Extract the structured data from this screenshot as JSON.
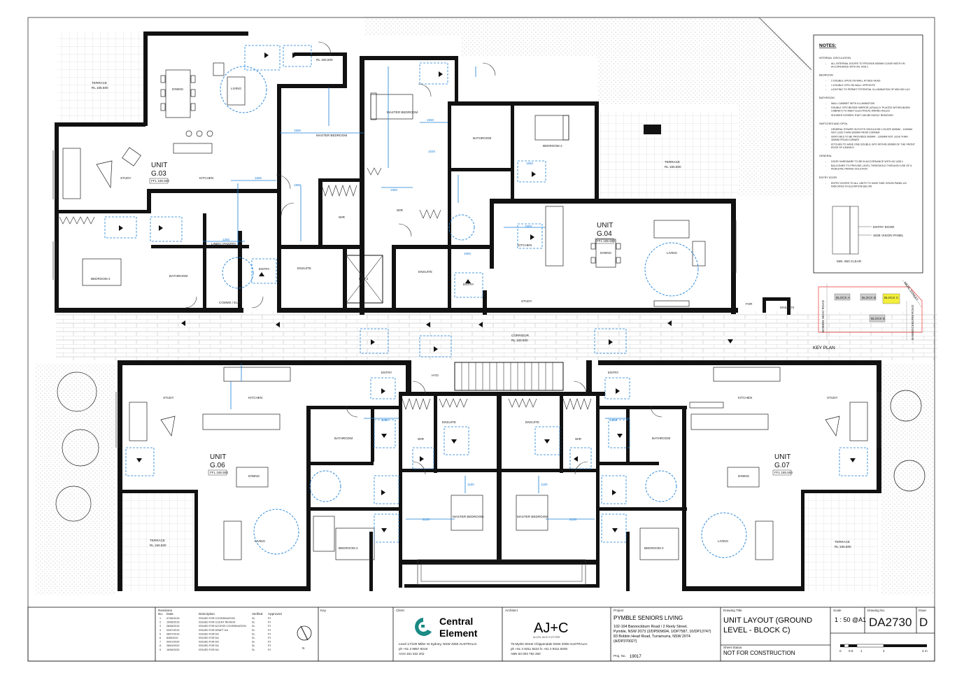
{
  "notes": {
    "title": "NOTES:",
    "sections": [
      {
        "heading": "INTERNAL CIRCULATION",
        "items": [
          "ALL INTERNAL DOORS TO PROVIDE 800MM CLEAR WIDTH IN ACCORDANCE WITH AS 1428.1"
        ]
      },
      {
        "heading": "BEDROOM",
        "items": [
          "2 DOUBLE GPOS ON WALL AT BED HEAD",
          "1 DOUBLE GPO ON WALL OPPOSITE",
          "LIGHTING TO PERMIT POTENTIAL ILLUMINATION OF MIN 300 LUX"
        ]
      },
      {
        "heading": "BATHROOM",
        "items": [
          "WALL CABINET WITH ILLUMINATION",
          "DOUBLE GPO BESIDE MIRROR (USUALLY PLACED WITHIN BASIN CABINET) TO MEET ELECTRICAL WIRING RULES",
          "SHOWER SCREEN THAT CAN BE EASILY REMOVED"
        ]
      },
      {
        "heading": "SWITCHES AND GPOs",
        "items": [
          "GENERAL POWER OUTLETS SHOULD BE LOCATE 600MM - 1100MM NOT LESS THAN 300MM FROM CORNER",
          "SWITCHES TO BE PROVIDED 900MM - 1100MM NOT LESS THAN 300MM FROM CORNER",
          "KITCHEN TO HAVE ONE DOUBLE GPO WITHIN 300MM OF THE FRONT EDGE OF A BENCH"
        ]
      },
      {
        "heading": "GENERAL",
        "items": [
          "DOOR HARDWARE TO BE IN ACCORDANCE WITH AS 1428.1",
          "BALCONIES TO PROVIDE LEVEL THRESHOLD THROUGH USE OF A PEDESTAL PAVING SOLUTION"
        ]
      },
      {
        "heading": "ENTRY DOOR",
        "items": [
          "ENTRY DOORS TO ALL UNITS TO HAVE SIDE VISION PANEL AS INDICATED IN ELEVATION BELOW"
        ]
      }
    ],
    "entry_door_label": "ENTRY DOOR",
    "side_panel_label": "SIDE VISION PANEL",
    "clear_label": "MIN. 850 CLEAR"
  },
  "units": [
    {
      "name": "UNIT",
      "number": "G.03",
      "ffl": "FFL 165.500"
    },
    {
      "name": "UNIT",
      "number": "G.04",
      "ffl": "FFL 165.500"
    },
    {
      "name": "UNIT",
      "number": "G.06",
      "ffl": "FFL 165.500"
    },
    {
      "name": "UNIT",
      "number": "G.07",
      "ffl": "FFL 165.500"
    }
  ],
  "rooms": {
    "terrace": "TERRACE",
    "terrace_rl": "RL 165.500",
    "dining": "DINING",
    "living": "LIVING",
    "study": "STUDY",
    "kitchen": "KITCHEN",
    "master_bedroom": "MASTER BEDROOM",
    "bedroom2": "BEDROOM 2",
    "bathroom": "BATHROOM",
    "ensuite": "ENSUITE",
    "wir": "WIR",
    "entry": "ENTRY",
    "lift": "LIFT 2",
    "comms": "COMMS / ELEC",
    "corridor": "CORRIDOR",
    "corridor_rl": "RL 165.500",
    "hyd": "HYD",
    "mailbox": "MAILBOX",
    "fhr": "FHR",
    "pantry": "LINEN | PANTRY"
  },
  "dims": {
    "d1550": "1550",
    "d1800": "1800",
    "d1250": "1250",
    "d1020": "1020",
    "d2120": "2120",
    "d1190": "1190",
    "d1660": "1660"
  },
  "key_plan": {
    "label": "KEY PLAN",
    "blocks": [
      "BLOCK A",
      "BLOCK B",
      "BLOCK C",
      "BLOCK D"
    ],
    "streets": [
      "BOBBIN HEAD ROAD",
      "MERL STREET",
      "BANNOCKBURN ROAD"
    ]
  },
  "title_block": {
    "revisions_title": "Revisions",
    "rev_headers": [
      "No.",
      "Date",
      "Description",
      "Verified",
      "Approved"
    ],
    "revisions": [
      [
        "1",
        "07/06/2019",
        "ISSUED FOR COORDINATION",
        "SL",
        "PJ"
      ],
      [
        "2",
        "19/06/2019",
        "ISSUED FOR CLIENT REVIEW",
        "SL",
        "PJ"
      ],
      [
        "3",
        "28/06/2019",
        "ISSUED FOR ACCESS COORDINATION",
        "SL",
        "PJ"
      ],
      [
        "4",
        "03/07/2019",
        "ISSUED FOR DRAFT DA",
        "SL",
        "PJ"
      ],
      [
        "5",
        "08/07/2019",
        "ISSUED FOR DA",
        "SL",
        "PJ"
      ],
      [
        "6",
        "8/08/2019",
        "ISSUED FOR DA",
        "SL",
        "PJ"
      ],
      [
        "7",
        "03/01/2020",
        "ISSUED FOR DA",
        "SL",
        "PJ"
      ],
      [
        "8",
        "28/04/2020",
        "ISSUED FOR DA",
        "SL",
        "PJ"
      ],
      [
        "9",
        "16/06/2020",
        "ISSUED FOR DA",
        "SL",
        "PJ"
      ]
    ],
    "key_label": "Key",
    "client_label": "Client",
    "client_name_1": "Central",
    "client_name_2": "Element",
    "client_addr_1": "Level 17/100 Miller St Sydney, NSW 2060 AUSTRALIA",
    "client_addr_2": "ph +61 2 9957 5019",
    "client_addr_3": "ACN 151 022 202",
    "architect_label": "Architect",
    "architect_logo": "AJ+C",
    "architect_sub": "ALLEN JACK+COTTIER",
    "architect_addr_1": "79 Myrtle Street Chippendale NSW 2008 AUSTRALIA",
    "architect_addr_2": "ph +61 2 9311 8222 fx +61 2 9311 8200",
    "architect_addr_3": "ABN 53 003 782 250",
    "project_label": "Project",
    "project_name": "PYMBLE SENIORS LIVING",
    "project_addr_1": "102-104 Bannockburn Road / 2 Reely Street,",
    "project_addr_2": "Pymble, NSW 2073 (2/DP509694, 1/DP7587, 10/DP13747)",
    "project_addr_3": "83 Bobbin Head Road, Turramurra, NSW 2074",
    "project_addr_4": "(A/DP370027)",
    "project_no_label": "Proj. No.",
    "project_no": "19017",
    "drawing_title_label": "Drawing Title",
    "drawing_title_1": "UNIT LAYOUT (GROUND",
    "drawing_title_2": "LEVEL - BLOCK C)",
    "sheet_status_label": "Sheet Status",
    "sheet_status": "NOT FOR CONSTRUCTION",
    "scale_label": "Scale",
    "scale": "1 : 50 @A1",
    "drawing_no_label": "Drawing No.",
    "drawing_no": "DA2730",
    "issue_label": "Issue",
    "issue": "D",
    "scalebar": [
      "0",
      "0.5",
      "1",
      "2",
      "4 m"
    ],
    "north": "N"
  }
}
